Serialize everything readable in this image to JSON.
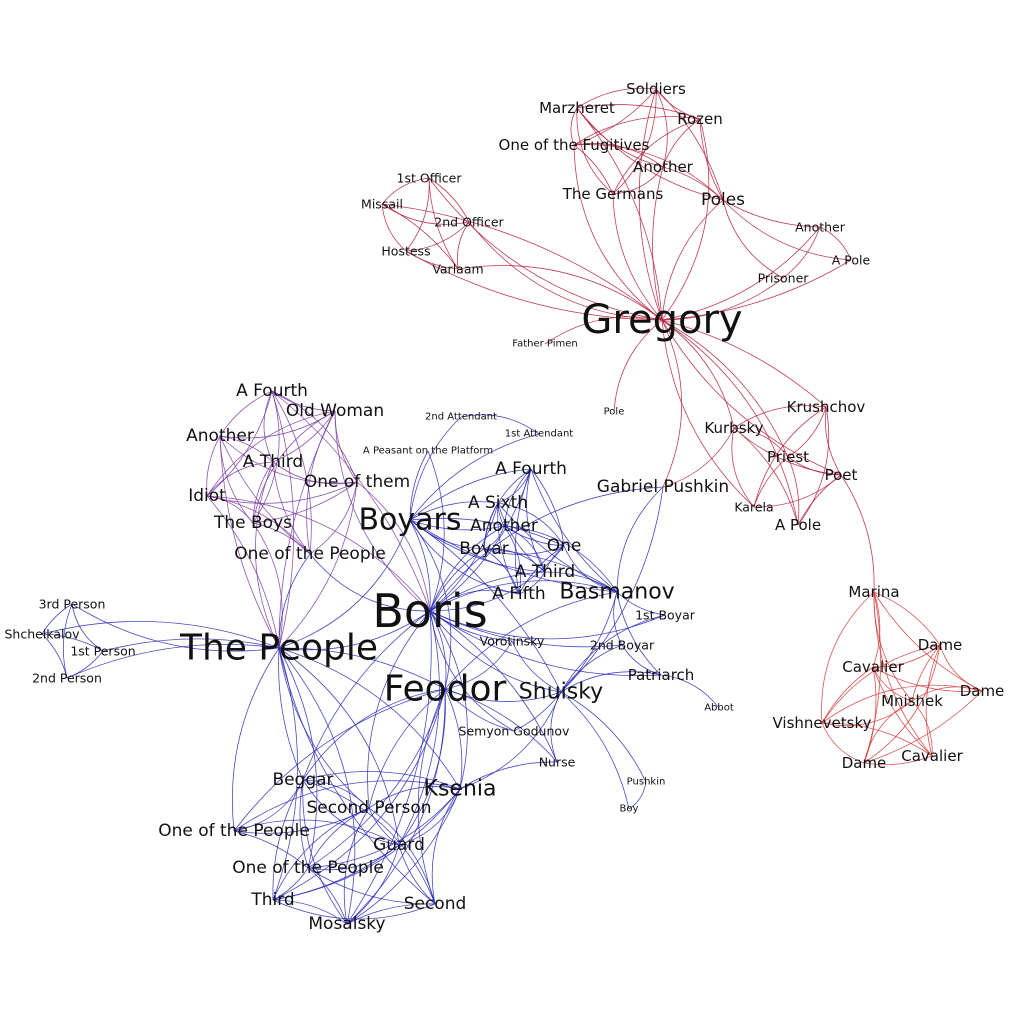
{
  "colors": {
    "left_cluster": "#2a2ab8",
    "top_cluster": "#b51d3a",
    "bridge": "#7a3aa0",
    "right_cluster": "#d23a3a"
  },
  "nodes": [
    {
      "id": "gregory",
      "label": "Gregory",
      "weight": 6
    },
    {
      "id": "soldiers",
      "label": "Soldiers",
      "weight": 1
    },
    {
      "id": "marzheret",
      "label": "Marzheret",
      "weight": 1
    },
    {
      "id": "rozen",
      "label": "Rozen",
      "weight": 1
    },
    {
      "id": "one_of_the_fugitives",
      "label": "One of the Fugitives",
      "weight": 1
    },
    {
      "id": "another_top",
      "label": "Another",
      "weight": 1
    },
    {
      "id": "the_germans",
      "label": "The Germans",
      "weight": 1
    },
    {
      "id": "poles",
      "label": "Poles",
      "weight": 2
    },
    {
      "id": "first_officer",
      "label": "1st Officer",
      "weight": 0
    },
    {
      "id": "missail",
      "label": "Missail",
      "weight": 0
    },
    {
      "id": "second_officer",
      "label": "2nd Officer",
      "weight": 0
    },
    {
      "id": "hostess",
      "label": "Hostess",
      "weight": 0
    },
    {
      "id": "varlaam",
      "label": "Varlaam",
      "weight": 0
    },
    {
      "id": "another_pole",
      "label": "Another",
      "weight": 0
    },
    {
      "id": "a_pole_top",
      "label": "A Pole",
      "weight": 0
    },
    {
      "id": "prisoner",
      "label": "Prisoner",
      "weight": 0
    },
    {
      "id": "father_pimen",
      "label": "Father Pimen",
      "weight": -1
    },
    {
      "id": "pole_small",
      "label": "Pole",
      "weight": -1
    },
    {
      "id": "krushchov",
      "label": "Krushchov",
      "weight": 1
    },
    {
      "id": "kurbsky",
      "label": "Kurbsky",
      "weight": 1
    },
    {
      "id": "priest",
      "label": "Priest",
      "weight": 1
    },
    {
      "id": "poet",
      "label": "Poet",
      "weight": 1
    },
    {
      "id": "gabriel_pushkin",
      "label": "Gabriel Pushkin",
      "weight": 2
    },
    {
      "id": "karela",
      "label": "Karela",
      "weight": 0
    },
    {
      "id": "a_pole_mid",
      "label": "A Pole",
      "weight": 1
    },
    {
      "id": "marina",
      "label": "Marina",
      "weight": 1
    },
    {
      "id": "dame1",
      "label": "Dame",
      "weight": 1
    },
    {
      "id": "cavalier1",
      "label": "Cavalier",
      "weight": 1
    },
    {
      "id": "dame2",
      "label": "Dame",
      "weight": 1
    },
    {
      "id": "mnishek",
      "label": "Mnishek",
      "weight": 1
    },
    {
      "id": "vishnevetsky",
      "label": "Vishnevetsky",
      "weight": 1
    },
    {
      "id": "dame3",
      "label": "Dame",
      "weight": 1
    },
    {
      "id": "cavalier2",
      "label": "Cavalier",
      "weight": 1
    },
    {
      "id": "boris",
      "label": "Boris",
      "weight": 7
    },
    {
      "id": "the_people",
      "label": "The People",
      "weight": 5
    },
    {
      "id": "feodor",
      "label": "Feodor",
      "weight": 5
    },
    {
      "id": "boyars",
      "label": "Boyars",
      "weight": 4
    },
    {
      "id": "shuisky",
      "label": "Shuisky",
      "weight": 3
    },
    {
      "id": "basmanov",
      "label": "Basmanov",
      "weight": 3
    },
    {
      "id": "ksenia",
      "label": "Ksenia",
      "weight": 3
    },
    {
      "id": "a_fourth_l",
      "label": "A Fourth",
      "weight": 2
    },
    {
      "id": "old_woman",
      "label": "Old Woman",
      "weight": 2
    },
    {
      "id": "another_l",
      "label": "Another",
      "weight": 2
    },
    {
      "id": "a_third_l",
      "label": "A Third",
      "weight": 2
    },
    {
      "id": "one_of_them",
      "label": "One of them",
      "weight": 2
    },
    {
      "id": "idiot",
      "label": "Idiot",
      "weight": 2
    },
    {
      "id": "the_boys",
      "label": "The Boys",
      "weight": 2
    },
    {
      "id": "one_of_the_people_l",
      "label": "One of the People",
      "weight": 2
    },
    {
      "id": "second_attendant",
      "label": "2nd Attendant",
      "weight": -1
    },
    {
      "id": "first_attendant",
      "label": "1st Attendant",
      "weight": -1
    },
    {
      "id": "a_peasant",
      "label": "A Peasant on the Platform",
      "weight": -1
    },
    {
      "id": "a_fourth_m",
      "label": "A Fourth",
      "weight": 2
    },
    {
      "id": "a_sixth",
      "label": "A Sixth",
      "weight": 2
    },
    {
      "id": "another_m",
      "label": "Another",
      "weight": 2
    },
    {
      "id": "boyar",
      "label": "Boyar",
      "weight": 2
    },
    {
      "id": "one_m",
      "label": "One",
      "weight": 2
    },
    {
      "id": "a_third_m",
      "label": "A Third",
      "weight": 2
    },
    {
      "id": "a_fifth",
      "label": "A Fifth",
      "weight": 2
    },
    {
      "id": "first_boyar",
      "label": "1st Boyar",
      "weight": 0
    },
    {
      "id": "second_boyar",
      "label": "2nd Boyar",
      "weight": 0
    },
    {
      "id": "vorotinsky",
      "label": "Vorotinsky",
      "weight": 0
    },
    {
      "id": "patriarch",
      "label": "Patriarch",
      "weight": 1
    },
    {
      "id": "abbot",
      "label": "Abbot",
      "weight": -1
    },
    {
      "id": "semyon_godunov",
      "label": "Semyon Godunov",
      "weight": 0
    },
    {
      "id": "nurse",
      "label": "Nurse",
      "weight": 0
    },
    {
      "id": "pushkin",
      "label": "Pushkin",
      "weight": -1
    },
    {
      "id": "boy",
      "label": "Boy",
      "weight": -1
    },
    {
      "id": "third_person",
      "label": "3rd Person",
      "weight": 0
    },
    {
      "id": "shchelkalov",
      "label": "Shchelkalov",
      "weight": 0
    },
    {
      "id": "first_person",
      "label": "1st Person",
      "weight": 0
    },
    {
      "id": "second_person_small",
      "label": "2nd Person",
      "weight": 0
    },
    {
      "id": "beggar",
      "label": "Beggar",
      "weight": 2
    },
    {
      "id": "second_person",
      "label": "Second Person",
      "weight": 2
    },
    {
      "id": "one_of_the_people_b1",
      "label": "One of the People",
      "weight": 2
    },
    {
      "id": "guard",
      "label": "Guard",
      "weight": 2
    },
    {
      "id": "one_of_the_people_b2",
      "label": "One of the People",
      "weight": 2
    },
    {
      "id": "third",
      "label": "Third",
      "weight": 2
    },
    {
      "id": "second",
      "label": "Second",
      "weight": 2
    },
    {
      "id": "mosalsky",
      "label": "Mosalsky",
      "weight": 2
    }
  ],
  "edge_groups": [
    {
      "color_key": "top_cluster",
      "hub": "gregory",
      "targets": [
        "soldiers",
        "marzheret",
        "rozen",
        "one_of_the_fugitives",
        "another_top",
        "the_germans",
        "poles",
        "first_officer",
        "missail",
        "second_officer",
        "hostess",
        "varlaam",
        "father_pimen",
        "another_pole",
        "a_pole_top",
        "prisoner",
        "kurbsky",
        "priest",
        "krushchov",
        "poet",
        "karela",
        "a_pole_mid",
        "gabriel_pushkin",
        "pole_small"
      ]
    },
    {
      "color_key": "top_cluster",
      "hub": "soldiers",
      "targets": [
        "marzheret",
        "rozen",
        "one_of_the_fugitives",
        "another_top",
        "the_germans",
        "poles"
      ]
    },
    {
      "color_key": "top_cluster",
      "hub": "marzheret",
      "targets": [
        "rozen",
        "one_of_the_fugitives",
        "another_top",
        "the_germans",
        "poles"
      ]
    },
    {
      "color_key": "top_cluster",
      "hub": "rozen",
      "targets": [
        "one_of_the_fugitives",
        "another_top",
        "the_germans",
        "poles"
      ]
    },
    {
      "color_key": "top_cluster",
      "hub": "one_of_the_fugitives",
      "targets": [
        "another_top",
        "the_germans",
        "poles"
      ]
    },
    {
      "color_key": "top_cluster",
      "hub": "another_top",
      "targets": [
        "the_germans",
        "poles"
      ]
    },
    {
      "color_key": "top_cluster",
      "hub": "poles",
      "targets": [
        "another_pole",
        "a_pole_top",
        "prisoner"
      ]
    },
    {
      "color_key": "top_cluster",
      "hub": "another_pole",
      "targets": [
        "a_pole_top",
        "prisoner"
      ]
    },
    {
      "color_key": "top_cluster",
      "hub": "first_officer",
      "targets": [
        "missail",
        "second_officer",
        "hostess",
        "varlaam"
      ]
    },
    {
      "color_key": "top_cluster",
      "hub": "missail",
      "targets": [
        "second_officer",
        "hostess",
        "varlaam"
      ]
    },
    {
      "color_key": "top_cluster",
      "hub": "second_officer",
      "targets": [
        "hostess",
        "varlaam"
      ]
    },
    {
      "color_key": "top_cluster",
      "hub": "hostess",
      "targets": [
        "varlaam"
      ]
    },
    {
      "color_key": "top_cluster",
      "hub": "kurbsky",
      "targets": [
        "krushchov",
        "priest",
        "poet",
        "karela",
        "a_pole_mid",
        "gabriel_pushkin"
      ]
    },
    {
      "color_key": "top_cluster",
      "hub": "krushchov",
      "targets": [
        "priest",
        "poet",
        "karela",
        "a_pole_mid"
      ]
    },
    {
      "color_key": "top_cluster",
      "hub": "priest",
      "targets": [
        "poet",
        "karela",
        "a_pole_mid"
      ]
    },
    {
      "color_key": "top_cluster",
      "hub": "poet",
      "targets": [
        "karela",
        "a_pole_mid",
        "marina"
      ]
    },
    {
      "color_key": "right_cluster",
      "hub": "marina",
      "targets": [
        "dame1",
        "cavalier1",
        "dame2",
        "mnishek",
        "vishnevetsky",
        "dame3",
        "cavalier2"
      ]
    },
    {
      "color_key": "right_cluster",
      "hub": "dame1",
      "targets": [
        "cavalier1",
        "dame2",
        "mnishek",
        "vishnevetsky",
        "dame3",
        "cavalier2"
      ]
    },
    {
      "color_key": "right_cluster",
      "hub": "cavalier1",
      "targets": [
        "dame2",
        "mnishek",
        "vishnevetsky",
        "dame3",
        "cavalier2"
      ]
    },
    {
      "color_key": "right_cluster",
      "hub": "mnishek",
      "targets": [
        "dame2",
        "vishnevetsky",
        "dame3",
        "cavalier2"
      ]
    },
    {
      "color_key": "right_cluster",
      "hub": "vishnevetsky",
      "targets": [
        "dame3",
        "cavalier2",
        "dame2"
      ]
    },
    {
      "color_key": "right_cluster",
      "hub": "dame3",
      "targets": [
        "cavalier2",
        "dame2"
      ]
    },
    {
      "color_key": "bridge",
      "hub": "a_fourth_l",
      "targets": [
        "old_woman",
        "another_l",
        "a_third_l",
        "one_of_them",
        "idiot",
        "the_boys",
        "one_of_the_people_l",
        "the_people",
        "boris"
      ]
    },
    {
      "color_key": "bridge",
      "hub": "old_woman",
      "targets": [
        "another_l",
        "a_third_l",
        "one_of_them",
        "idiot",
        "the_boys",
        "one_of_the_people_l",
        "the_people",
        "boris"
      ]
    },
    {
      "color_key": "bridge",
      "hub": "another_l",
      "targets": [
        "a_third_l",
        "one_of_them",
        "idiot",
        "the_boys",
        "one_of_the_people_l",
        "the_people"
      ]
    },
    {
      "color_key": "bridge",
      "hub": "a_third_l",
      "targets": [
        "one_of_them",
        "idiot",
        "the_boys",
        "one_of_the_people_l",
        "the_people"
      ]
    },
    {
      "color_key": "bridge",
      "hub": "one_of_them",
      "targets": [
        "idiot",
        "the_boys",
        "one_of_the_people_l",
        "the_people",
        "boris"
      ]
    },
    {
      "color_key": "bridge",
      "hub": "idiot",
      "targets": [
        "the_boys",
        "one_of_the_people_l",
        "the_people",
        "boris"
      ]
    },
    {
      "color_key": "bridge",
      "hub": "the_boys",
      "targets": [
        "one_of_the_people_l",
        "the_people"
      ]
    },
    {
      "color_key": "left_cluster",
      "hub": "boris",
      "targets": [
        "the_people",
        "feodor",
        "boyars",
        "shuisky",
        "basmanov",
        "ksenia",
        "a_fourth_m",
        "a_sixth",
        "another_m",
        "boyar",
        "one_m",
        "a_third_m",
        "a_fifth",
        "first_boyar",
        "second_boyar",
        "vorotinsky",
        "patriarch",
        "semyon_godunov",
        "nurse",
        "gabriel_pushkin",
        "a_peasant",
        "one_of_the_people_l",
        "beggar",
        "second_person",
        "guard",
        "mosalsky"
      ]
    },
    {
      "color_key": "left_cluster",
      "hub": "the_people",
      "targets": [
        "third_person",
        "shchelkalov",
        "first_person",
        "second_person_small",
        "beggar",
        "second_person",
        "one_of_the_people_b1",
        "guard",
        "one_of_the_people_b2",
        "third",
        "second",
        "mosalsky",
        "boyars",
        "feodor",
        "ksenia",
        "one_of_the_people_l"
      ]
    },
    {
      "color_key": "left_cluster",
      "hub": "third_person",
      "targets": [
        "shchelkalov",
        "first_person",
        "second_person_small"
      ]
    },
    {
      "color_key": "left_cluster",
      "hub": "shchelkalov",
      "targets": [
        "first_person",
        "second_person_small"
      ]
    },
    {
      "color_key": "left_cluster",
      "hub": "first_person",
      "targets": [
        "second_person_small"
      ]
    },
    {
      "color_key": "left_cluster",
      "hub": "feodor",
      "targets": [
        "boyars",
        "shuisky",
        "basmanov",
        "ksenia",
        "beggar",
        "second_person",
        "one_of_the_people_b1",
        "guard",
        "one_of_the_people_b2",
        "third",
        "second",
        "mosalsky",
        "semyon_godunov",
        "nurse",
        "vorotinsky"
      ]
    },
    {
      "color_key": "left_cluster",
      "hub": "ksenia",
      "targets": [
        "beggar",
        "second_person",
        "one_of_the_people_b1",
        "guard",
        "one_of_the_people_b2",
        "third",
        "second",
        "mosalsky",
        "nurse",
        "shuisky"
      ]
    },
    {
      "color_key": "left_cluster",
      "hub": "beggar",
      "targets": [
        "second_person",
        "one_of_the_people_b1",
        "guard",
        "one_of_the_people_b2",
        "third",
        "second",
        "mosalsky"
      ]
    },
    {
      "color_key": "left_cluster",
      "hub": "second_person",
      "targets": [
        "one_of_the_people_b1",
        "guard",
        "one_of_the_people_b2",
        "third",
        "second",
        "mosalsky"
      ]
    },
    {
      "color_key": "left_cluster",
      "hub": "guard",
      "targets": [
        "one_of_the_people_b1",
        "one_of_the_people_b2",
        "third",
        "second",
        "mosalsky"
      ]
    },
    {
      "color_key": "left_cluster",
      "hub": "one_of_the_people_b2",
      "targets": [
        "third",
        "second",
        "mosalsky",
        "one_of_the_people_b1"
      ]
    },
    {
      "color_key": "left_cluster",
      "hub": "third",
      "targets": [
        "second",
        "mosalsky"
      ]
    },
    {
      "color_key": "left_cluster",
      "hub": "second",
      "targets": [
        "mosalsky"
      ]
    },
    {
      "color_key": "left_cluster",
      "hub": "boyars",
      "targets": [
        "a_fourth_m",
        "a_sixth",
        "another_m",
        "boyar",
        "one_m",
        "a_third_m",
        "a_fifth",
        "basmanov",
        "shuisky",
        "second_attendant",
        "first_attendant",
        "a_peasant"
      ]
    },
    {
      "color_key": "left_cluster",
      "hub": "a_fourth_m",
      "targets": [
        "a_sixth",
        "another_m",
        "boyar",
        "one_m",
        "a_third_m",
        "a_fifth",
        "basmanov"
      ]
    },
    {
      "color_key": "left_cluster",
      "hub": "a_sixth",
      "targets": [
        "another_m",
        "boyar",
        "one_m",
        "a_third_m",
        "a_fifth",
        "basmanov"
      ]
    },
    {
      "color_key": "left_cluster",
      "hub": "another_m",
      "targets": [
        "boyar",
        "one_m",
        "a_third_m",
        "a_fifth",
        "basmanov"
      ]
    },
    {
      "color_key": "left_cluster",
      "hub": "boyar",
      "targets": [
        "one_m",
        "a_third_m",
        "a_fifth",
        "basmanov"
      ]
    },
    {
      "color_key": "left_cluster",
      "hub": "one_m",
      "targets": [
        "a_third_m",
        "a_fifth",
        "basmanov"
      ]
    },
    {
      "color_key": "left_cluster",
      "hub": "a_third_m",
      "targets": [
        "a_fifth",
        "basmanov"
      ]
    },
    {
      "color_key": "left_cluster",
      "hub": "shuisky",
      "targets": [
        "basmanov",
        "first_boyar",
        "second_boyar",
        "vorotinsky",
        "patriarch",
        "semyon_godunov",
        "nurse",
        "pushkin",
        "boy",
        "gabriel_pushkin"
      ]
    },
    {
      "color_key": "left_cluster",
      "hub": "basmanov",
      "targets": [
        "first_boyar",
        "second_boyar",
        "patriarch",
        "gabriel_pushkin"
      ]
    },
    {
      "color_key": "left_cluster",
      "hub": "patriarch",
      "targets": [
        "abbot",
        "second_boyar"
      ]
    },
    {
      "color_key": "left_cluster",
      "hub": "pushkin",
      "targets": [
        "boy"
      ]
    },
    {
      "color_key": "left_cluster",
      "hub": "second_attendant",
      "targets": [
        "first_attendant"
      ]
    }
  ]
}
